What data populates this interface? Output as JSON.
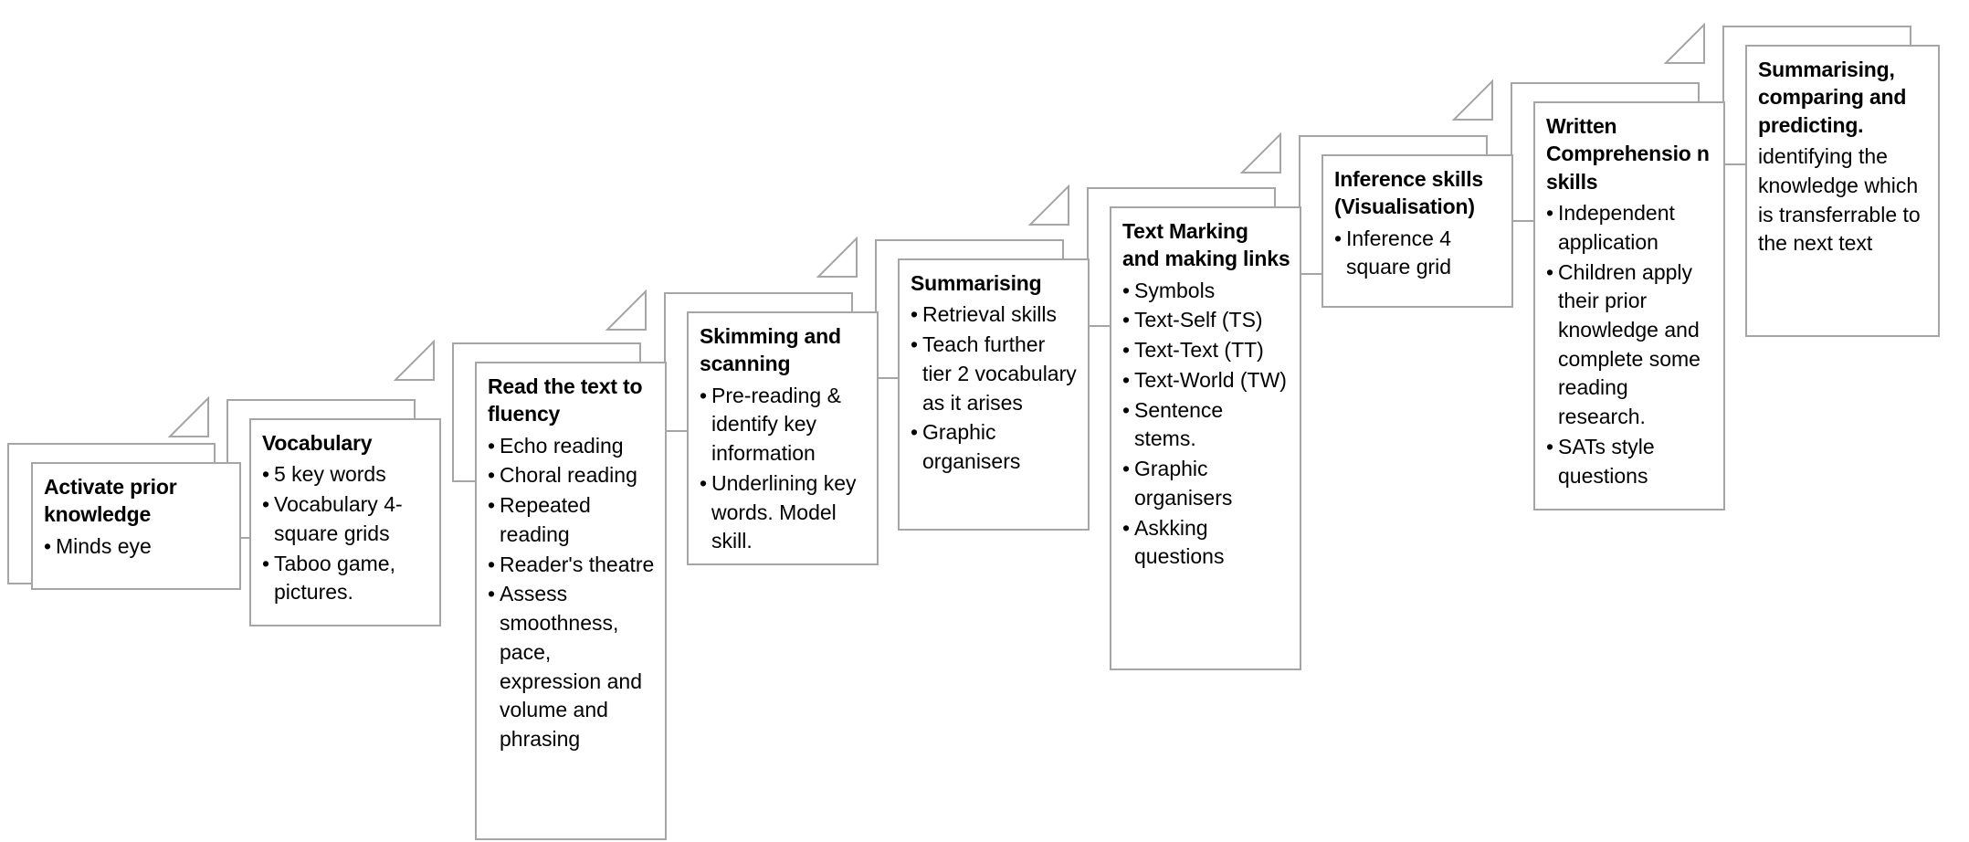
{
  "diagram": {
    "kind": "ascending-staircase",
    "background_color": "#ffffff",
    "outline_color": "#a5a5a5",
    "text_color": "#000000",
    "steps": [
      {
        "index": 1,
        "title": "Activate prior knowledge",
        "bullets": [
          "Minds eye"
        ],
        "note": ""
      },
      {
        "index": 2,
        "title": "Vocabulary",
        "bullets": [
          "5 key words",
          "Vocabulary 4-square grids",
          "Taboo game, pictures."
        ],
        "note": ""
      },
      {
        "index": 3,
        "title": "Read the text to fluency",
        "bullets": [
          "Echo reading",
          "Choral reading",
          "Repeated reading",
          "Reader's theatre",
          "Assess smoothness, pace, expression and volume and phrasing"
        ],
        "note": ""
      },
      {
        "index": 4,
        "title": "Skimming and scanning",
        "bullets": [
          "Pre-reading & identify key information",
          "Underlining key words. Model skill."
        ],
        "note": ""
      },
      {
        "index": 5,
        "title": "Summarising",
        "bullets": [
          "Retrieval skills",
          "Teach further tier 2 vocabulary as it arises",
          "Graphic organisers"
        ],
        "note": ""
      },
      {
        "index": 6,
        "title": "Text Marking and making links",
        "bullets": [
          "Symbols",
          "Text-Self (TS)",
          "Text-Text (TT)",
          "Text-World (TW)",
          "Sentence stems.",
          "Graphic organisers",
          "Askking questions"
        ],
        "note": ""
      },
      {
        "index": 7,
        "title": "Inference skills (Visualisation)",
        "bullets": [
          "Inference 4 square grid"
        ],
        "note": ""
      },
      {
        "index": 8,
        "title": "Written Comprehensio n skills",
        "bullets": [
          "Independent application",
          "Children apply their prior knowledge and complete some reading research.",
          "SATs style questions"
        ],
        "note": ""
      },
      {
        "index": 9,
        "title": "Summarising, comparing and predicting.",
        "bullets": [],
        "note": "identifying the knowledge which is transferrable to the next text"
      }
    ]
  }
}
